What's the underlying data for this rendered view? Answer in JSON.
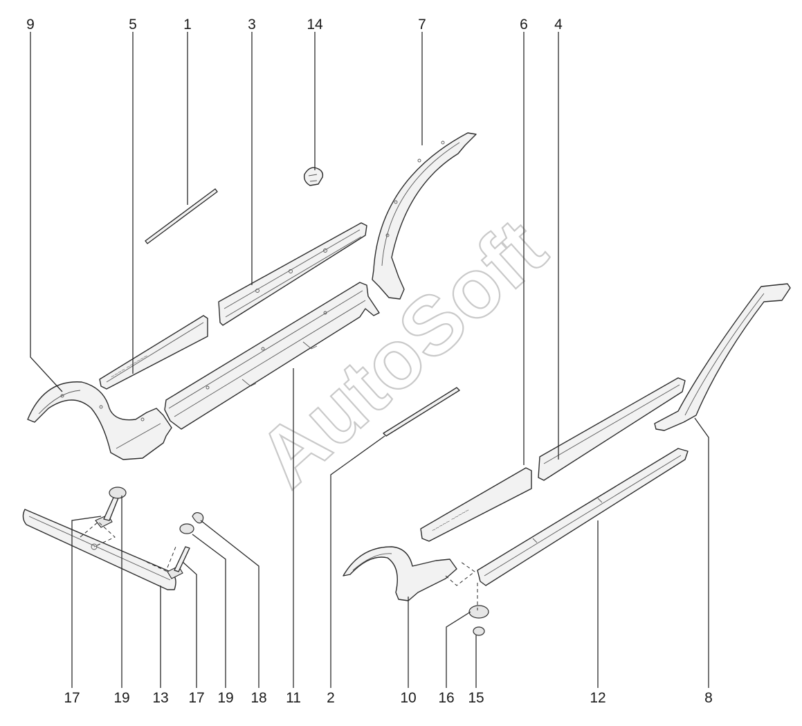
{
  "watermark": "AutoSoft",
  "callouts_top": [
    "9",
    "5",
    "1",
    "3",
    "14",
    "7",
    "6",
    "4"
  ],
  "callouts_bottom": [
    "17",
    "19",
    "13",
    "17",
    "19",
    "18",
    "11",
    "2",
    "10",
    "16",
    "15",
    "12",
    "8"
  ],
  "colors": {
    "line": "#2a2a2a",
    "part_fill": "#f2f2f2",
    "watermark": "#c9c9c9"
  }
}
